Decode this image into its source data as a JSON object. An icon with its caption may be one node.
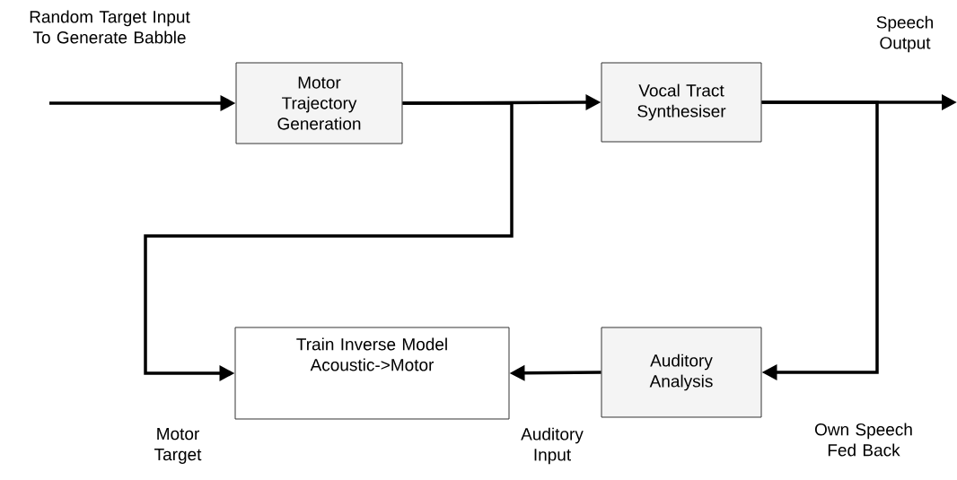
{
  "diagram": {
    "nodes": [
      {
        "text": [
          "Motor Trajectory Generation"
        ]
      },
      {
        "text": [
          "Vocal Tract Synthesiser"
        ]
      },
      {
        "text": [
          "Train Inverse Model Acoustic->Motor"
        ]
      },
      {
        "text": [
          "Auditory Analysis"
        ]
      }
    ],
    "edges": [
      {
        "from": null,
        "to": 0,
        "arrow": "to",
        "label": "Random Target Input To Generate Babble"
      },
      {
        "from": 0,
        "to": 1,
        "arrow": "to"
      },
      {
        "from": 0,
        "to": 2,
        "arrow": "to",
        "label": "Motor Target"
      },
      {
        "from": 1,
        "to": null,
        "arrow": "to",
        "label": "Speech Output"
      },
      {
        "from": 1,
        "to": 3,
        "arrow": "to",
        "label": "Own Speech Fed Back"
      },
      {
        "from": 3,
        "to": 2,
        "arrow": "to",
        "label": "Auditory Input"
      }
    ]
  }
}
